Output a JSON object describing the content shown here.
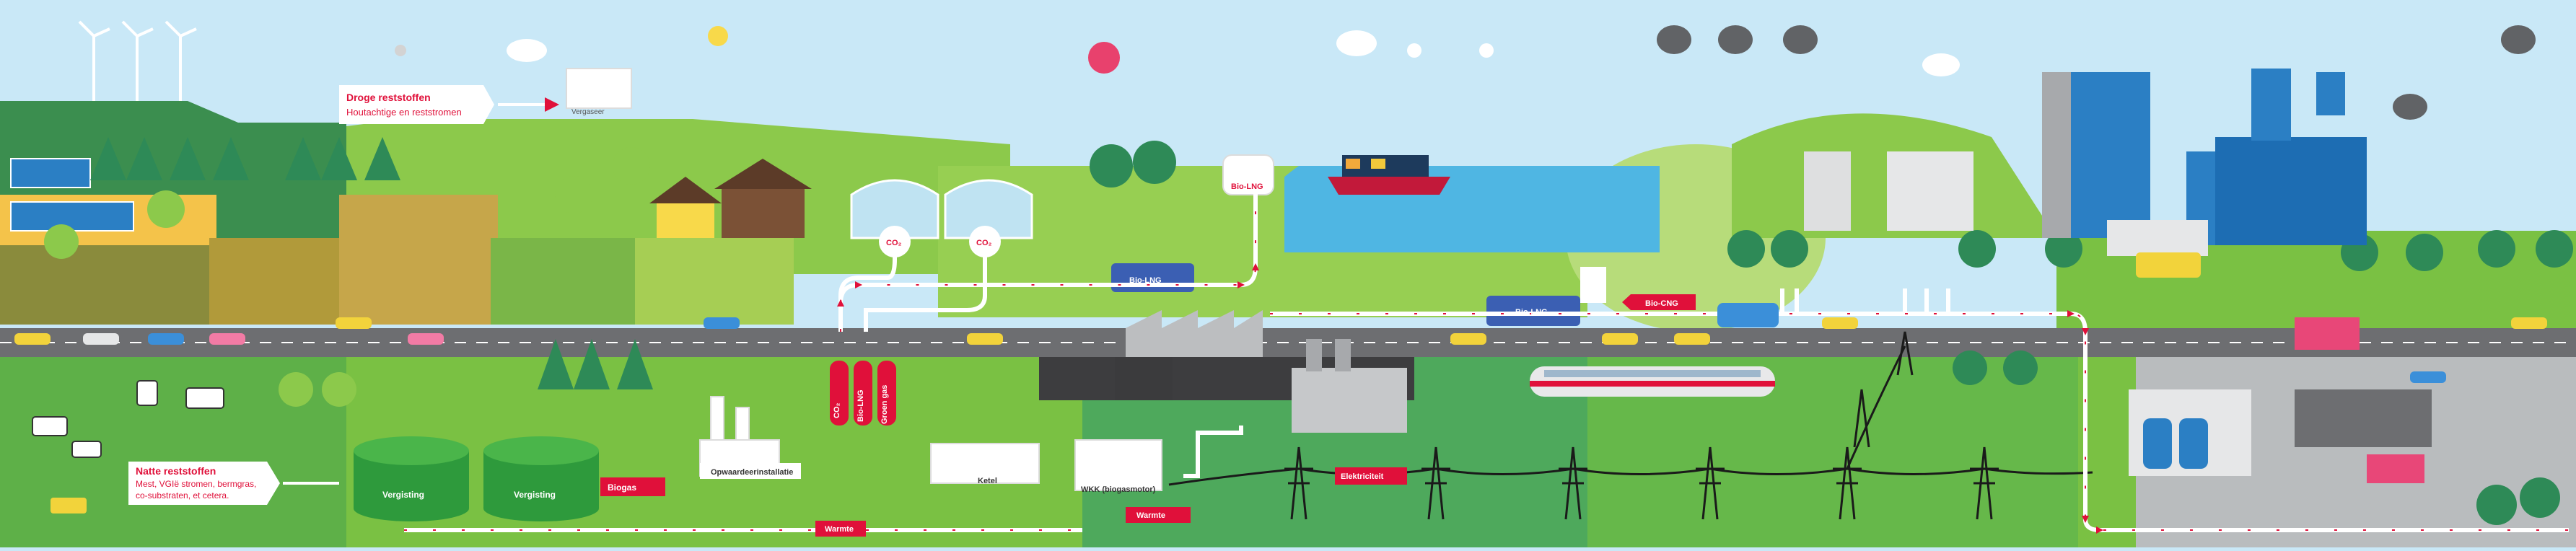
{
  "callouts": {
    "dry": {
      "title": "Droge reststoffen",
      "subtitle": "Houtachtige en reststromen"
    },
    "wet": {
      "title": "Natte reststoffen",
      "line1": "Mest, VGIë stromen, bermgras,",
      "line2": "co-substraten, et cetera."
    }
  },
  "labels": {
    "vergasser": "Vergaseer",
    "vergisting_1": "Vergisting",
    "vergisting_2": "Vergisting",
    "biogas": "Biogas",
    "opwaardeer": "Opwaardeerinstallatie",
    "ketel": "Ketel",
    "wkk": "WKK (biogasmotor)",
    "warmte_1": "Warmte",
    "warmte_2": "Warmte",
    "elektriciteit": "Elektriciteit",
    "co2_1": "CO₂",
    "co2_2": "CO₂",
    "co2_3": "CO₂",
    "bio_lng_tank": "Bio-LNG",
    "bio_lng_truck_1": "Bio-LNG",
    "bio_lng_truck_2": "Bio-LNG",
    "bio_lng_vert": "Bio-LNG",
    "groen_gas_vert": "Groen gas",
    "bio_cng": "Bio-CNG"
  },
  "colors": {
    "sky": "#c9e8f7",
    "flow_red": "#e0103a",
    "grass": "#7ac143",
    "dark_grass": "#3f9b3e",
    "road": "#6d6e71",
    "building_blue": "#2b7fc4",
    "water": "#4fb6e3"
  }
}
